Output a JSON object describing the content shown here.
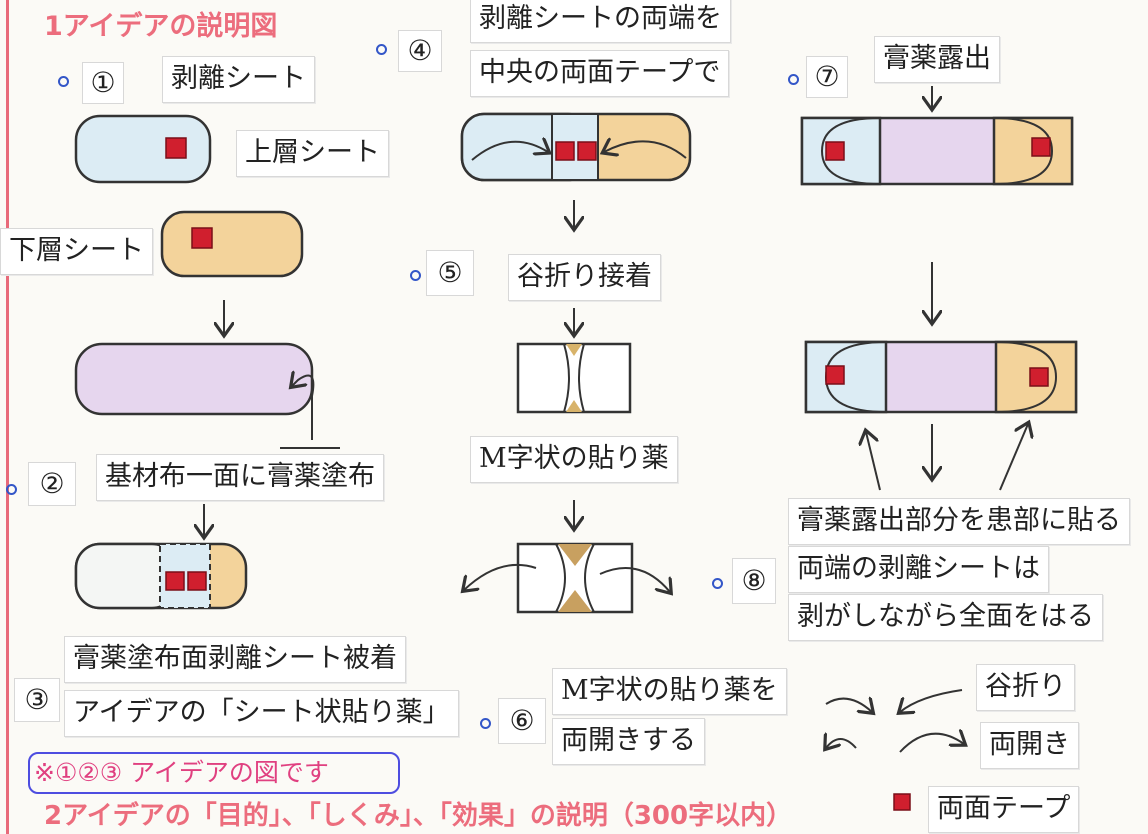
{
  "heading1": "1アイデアの説明図",
  "heading2": "2アイデアの「目的」、「しくみ」、「効果」の説明（300字以内）",
  "steps": {
    "s1": "①",
    "s2": "②",
    "s3": "③",
    "s4": "④",
    "s5": "⑤",
    "s6": "⑥",
    "s7": "⑦",
    "s8": "⑧"
  },
  "labels": {
    "release_sheet": "剥離シート",
    "upper_sheet": "上層シート",
    "lower_sheet": "下層シート",
    "ointment_apply": "基材布一面に膏薬塗布",
    "step3_line1": "膏薬塗布面剥離シート被着",
    "step3_line2": "アイデアの「シート状貼り薬」",
    "step4_line1": "剥離シートの両端を",
    "step4_line2": "中央の両面テープで",
    "valley_fold_bond": "谷折り接着",
    "m_patch": "M字状の貼り薬",
    "step6_line1": "M字状の貼り薬を",
    "step6_line2": "両開きする",
    "ointment_exposed": "膏薬露出",
    "step8_line1": "膏薬露出部分を患部に貼る",
    "step8_line2": "両端の剥離シートは",
    "step8_line3": "剥がしながら全面をはる"
  },
  "legend": {
    "valley_fold": "谷折り",
    "double_open": "両開き",
    "double_tape": "両面テープ"
  },
  "note": "※①②③ アイデアの図です",
  "colors": {
    "heading": "#ec6d7d",
    "tape": "#d01f2e",
    "light_blue": "#dcecf4",
    "orange": "#f3d39b",
    "purple": "#e6d6ee",
    "step_dot": "#3356c8"
  }
}
